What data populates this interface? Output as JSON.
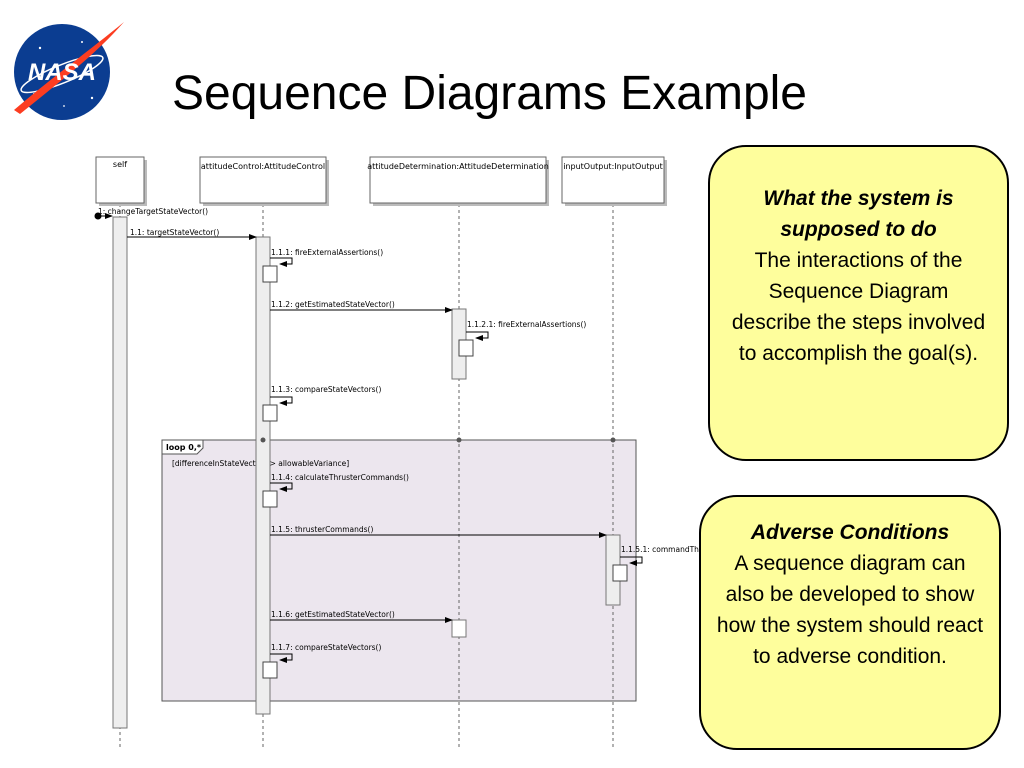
{
  "slide": {
    "title": "Sequence Diagrams Example"
  },
  "logo": {
    "text": "NASA",
    "icon": "nasa-meatball-logo-icon"
  },
  "diagram": {
    "lifelines": [
      {
        "name": "self"
      },
      {
        "name": "attitudeControl:AttitudeControl"
      },
      {
        "name": "attitudeDetermination:AttitudeDetermination"
      },
      {
        "name": "inputOutput:InputOutput"
      }
    ],
    "messages": [
      {
        "label": "1: changeTargetStateVector()"
      },
      {
        "label": "1.1: targetStateVector()"
      },
      {
        "label": "1.1.1: fireExternalAssertions()"
      },
      {
        "label": "1.1.2: getEstimatedStateVector()"
      },
      {
        "label": "1.1.2.1: fireExternalAssertions()"
      },
      {
        "label": "1.1.3: compareStateVectors()"
      },
      {
        "label": "1.1.4: calculateThrusterCommands()"
      },
      {
        "label": "1.1.5: thrusterCommands()"
      },
      {
        "label": "1.1.5.1: commandTh"
      },
      {
        "label": "1.1.6: getEstimatedStateVector()"
      },
      {
        "label": "1.1.7: compareStateVectors()"
      }
    ],
    "loop": {
      "tag": "loop 0,*",
      "guard": "[differenceInStateVectors > allowableVariance]"
    }
  },
  "callouts": [
    {
      "heading": "What the system is supposed to do",
      "body": "The interactions of the Sequence Diagram describe the steps involved to accomplish the goal(s)."
    },
    {
      "heading": "Adverse Conditions",
      "body": "A sequence diagram can also be developed to show how the system should react to adverse condition."
    }
  ],
  "colors": {
    "callout_fill": "#fefe9c",
    "loop_fill": "#ece6ee",
    "nasa_blue": "#0b3d91",
    "nasa_red": "#fc3d21"
  }
}
